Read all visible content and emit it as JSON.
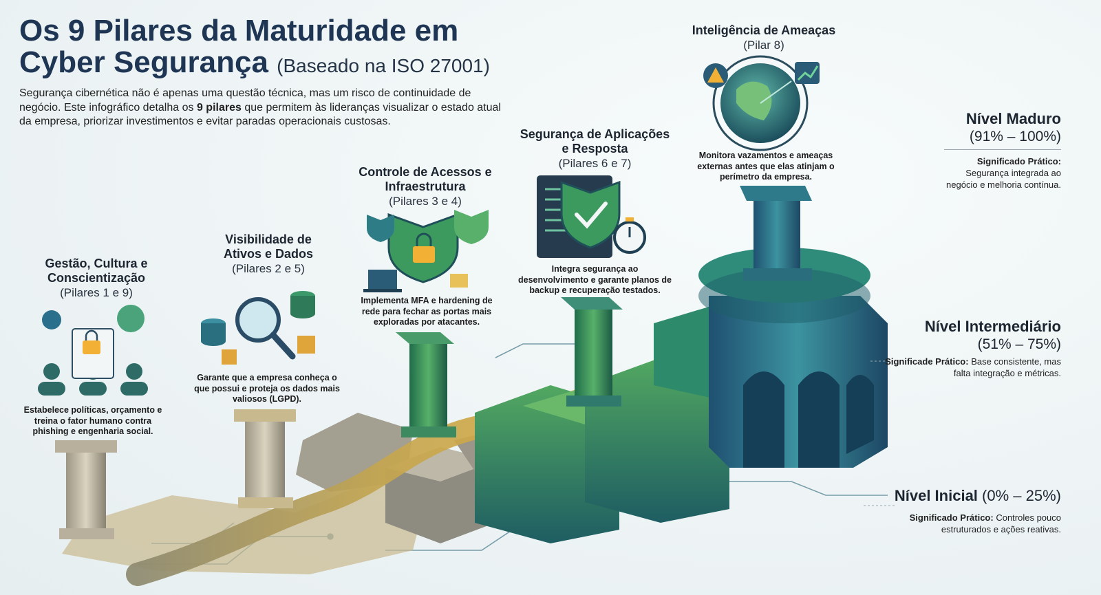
{
  "header": {
    "title": "Os 9 Pilares da Maturidade em Cyber Segurança",
    "subtitle": "(Baseado na ISO 27001)",
    "intro_before": "Segurança cibernética não é apenas uma questão técnica, mas um risco de continuidade de negócio. Este infográfico detalha os ",
    "intro_bold": "9 pilares",
    "intro_after": " que permitem às lideranças visualizar o estado atual da empresa, priorizar investimentos e evitar paradas operacionais custosas."
  },
  "stages": [
    {
      "title": "Gestão, Cultura e Conscientização",
      "pillars": "(Pilares 1 e 9)",
      "description": "Estabelece políticas, orçamento e treina o fator humano contra phishing e engenharia social."
    },
    {
      "title": "Visibilidade de Ativos e Dados",
      "pillars": "(Pilares 2 e 5)",
      "description": "Garante que a empresa conheça o que possui e proteja os dados mais valiosos (LGPD)."
    },
    {
      "title": "Controle de Acessos e Infraestrutura",
      "pillars": "(Pilares 3 e 4)",
      "description": "Implementa MFA e hardening de rede para fechar as portas mais exploradas por atacantes."
    },
    {
      "title": "Segurança de Aplicações e Resposta",
      "pillars": "(Pilares 6 e 7)",
      "description": "Integra segurança ao desenvolvimento e garante planos de backup e recuperação testados."
    },
    {
      "title": "Inteligência de Ameaças",
      "pillars": "(Pilar 8)",
      "description": "Monitora vazamentos e ameaças externas antes que elas atinjam o perímetro da empresa."
    }
  ],
  "levels": [
    {
      "title": "Nível Maduro",
      "range": "(91% – 100%)",
      "meaning_label": "Significado Prático:",
      "meaning": "Segurança integrada ao negócio e melhoria contínua."
    },
    {
      "title": "Nível Intermediário",
      "range": "(51% – 75%)",
      "meaning_label": "Significade Prático:",
      "meaning": "Base consistente, mas falta integração e métricas."
    },
    {
      "title": "Nível Inicial",
      "range": "(0% – 25%)",
      "meaning_label": "Significado Prático:",
      "meaning": "Controles pouco estruturados e ações reativas."
    }
  ],
  "icons": [
    "people-icon",
    "lock-document-icon",
    "brain-icon",
    "database-icon",
    "magnifier-icon",
    "shield-lock-icon",
    "laptop-lock-icon",
    "code-window-icon",
    "shield-check-icon",
    "stopwatch-icon",
    "globe-radar-icon",
    "warning-icon",
    "chart-icon"
  ],
  "colors": {
    "title": "#1f3554",
    "path": "#f2b134",
    "stone": "#c8c1ac",
    "structure_green": "#3f9a55",
    "structure_teal": "#2c7d86"
  }
}
